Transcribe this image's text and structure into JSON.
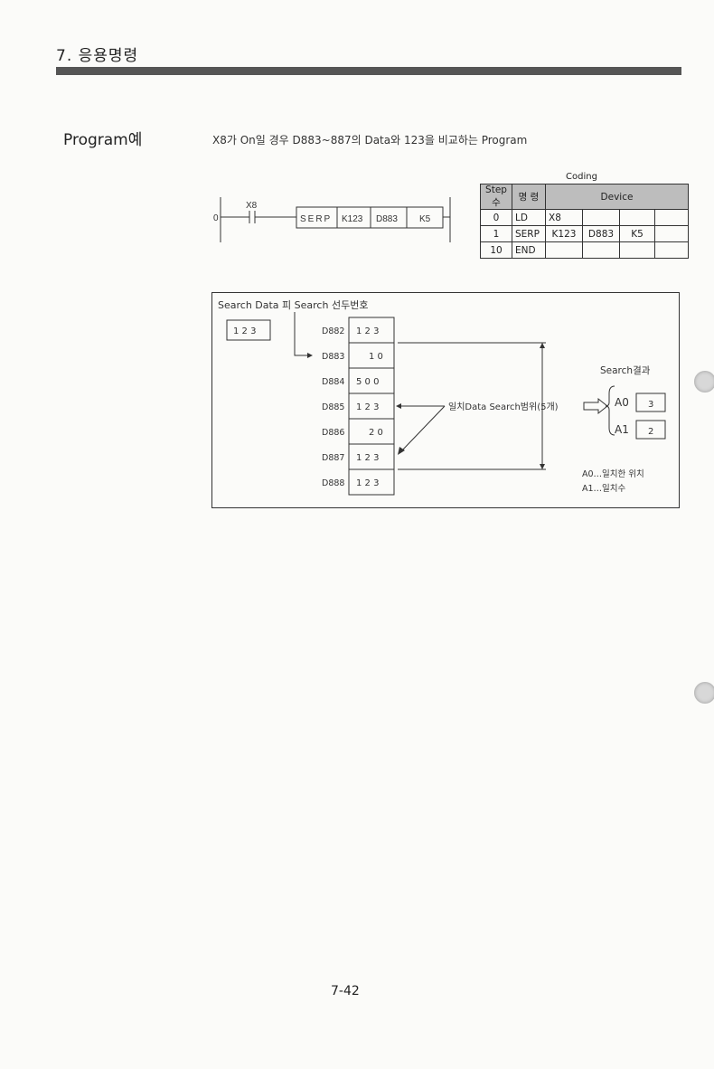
{
  "header": {
    "chapter_title": "7. 응용명령"
  },
  "section": {
    "label": "Program예",
    "description": "X8가 On일 경우 D883~887의 Data와 123을 비교하는 Program"
  },
  "ladder": {
    "step": "0",
    "contact": "X8",
    "instruction": [
      "SERP",
      "K123",
      "D883",
      "K5"
    ]
  },
  "coding": {
    "caption": "Coding",
    "headers": {
      "step": "Step수",
      "op": "명 령",
      "device": "Device"
    },
    "rows": [
      {
        "step": "0",
        "op": "LD",
        "d1": "X8",
        "d2": "",
        "d3": "",
        "d4": ""
      },
      {
        "step": "1",
        "op": "SERP",
        "d1": "K123",
        "d2": "D883",
        "d3": "K5",
        "d4": ""
      },
      {
        "step": "10",
        "op": "END",
        "d1": "",
        "d2": "",
        "d3": "",
        "d4": ""
      }
    ]
  },
  "search": {
    "title": "Search Data 피 Search 선두번호",
    "search_value": "1 2 3",
    "registers": [
      {
        "name": "D882",
        "value": "1 2 3"
      },
      {
        "name": "D883",
        "value": "1 0"
      },
      {
        "name": "D884",
        "value": "5 0 0"
      },
      {
        "name": "D885",
        "value": "1 2 3"
      },
      {
        "name": "D886",
        "value": "2 0"
      },
      {
        "name": "D887",
        "value": "1 2 3"
      },
      {
        "name": "D888",
        "value": "1 2 3"
      }
    ],
    "range_label": "일치Data Search범위(5개)",
    "result_title": "Search결과",
    "results": [
      {
        "name": "A0",
        "value": "3"
      },
      {
        "name": "A1",
        "value": "2"
      }
    ],
    "legend": [
      "A0…일치한 위치",
      "A1…일치수"
    ]
  },
  "footer": {
    "page_number": "7-42"
  }
}
